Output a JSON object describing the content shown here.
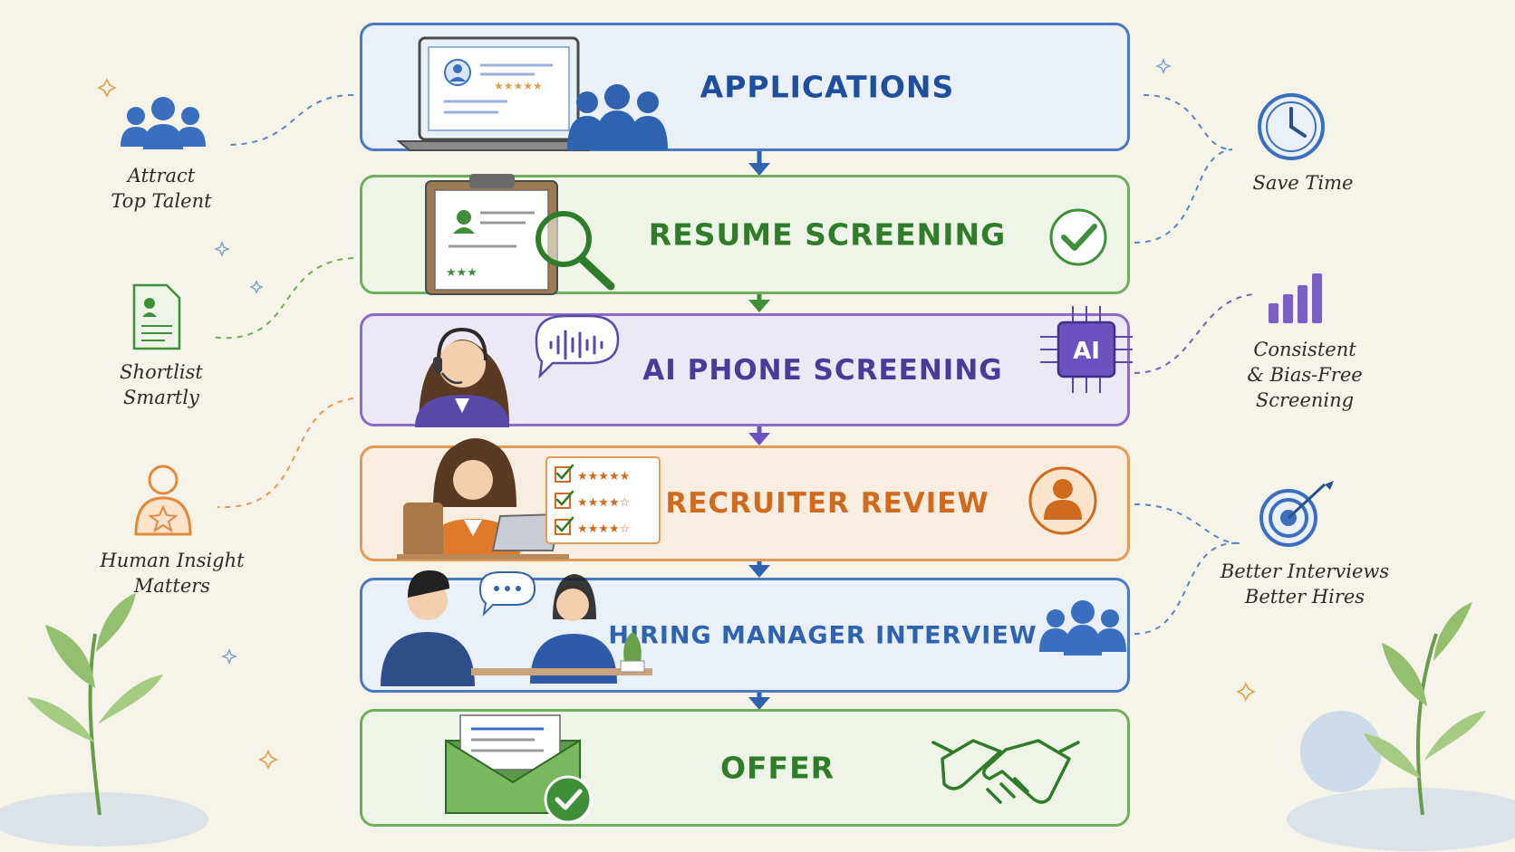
{
  "stages": [
    {
      "title": "APPLICATIONS",
      "color": "#1f4f9c",
      "border": "#4a78c2",
      "fill": "#eaf0f8"
    },
    {
      "title": "RESUME SCREENING",
      "color": "#2f7d2a",
      "border": "#6fae5c",
      "fill": "#eef5e6"
    },
    {
      "title": "AI PHONE SCREENING",
      "color": "#4a3a9a",
      "border": "#8a6cc8",
      "fill": "#ede8f6"
    },
    {
      "title": "RECRUITER REVIEW",
      "color": "#d06a1e",
      "border": "#e39a55",
      "fill": "#f9ede0"
    },
    {
      "title": "HIRING MANAGER INTERVIEW",
      "color": "#2f63b0",
      "border": "#4a78c2",
      "fill": "#eaf0f8"
    },
    {
      "title": "OFFER",
      "color": "#2f7d2a",
      "border": "#6fae5c",
      "fill": "#eef5e6"
    }
  ],
  "left_benefits": [
    {
      "line1": "Attract",
      "line2": "Top Talent",
      "icon": "users-group-icon",
      "color": "#3a6fc0"
    },
    {
      "line1": "Shortlist",
      "line2": "Smartly",
      "icon": "shortlist-document-icon",
      "color": "#3f8f3a"
    },
    {
      "line1": "Human Insight",
      "line2": "Matters",
      "icon": "person-star-icon",
      "color": "#e08a3c"
    }
  ],
  "right_benefits": [
    {
      "line1": "Save Time",
      "icon": "clock-icon",
      "color": "#3a6fc0"
    },
    {
      "line1": "Consistent",
      "line2": "& Bias-Free",
      "line3": "Screening",
      "icon": "bar-chart-icon",
      "color": "#6b4fb8"
    },
    {
      "line1": "Better Interviews",
      "line2": "Better Hires",
      "icon": "target-icon",
      "color": "#3a6fc0"
    }
  ],
  "icons": {
    "ai_chip_label": "AI"
  }
}
